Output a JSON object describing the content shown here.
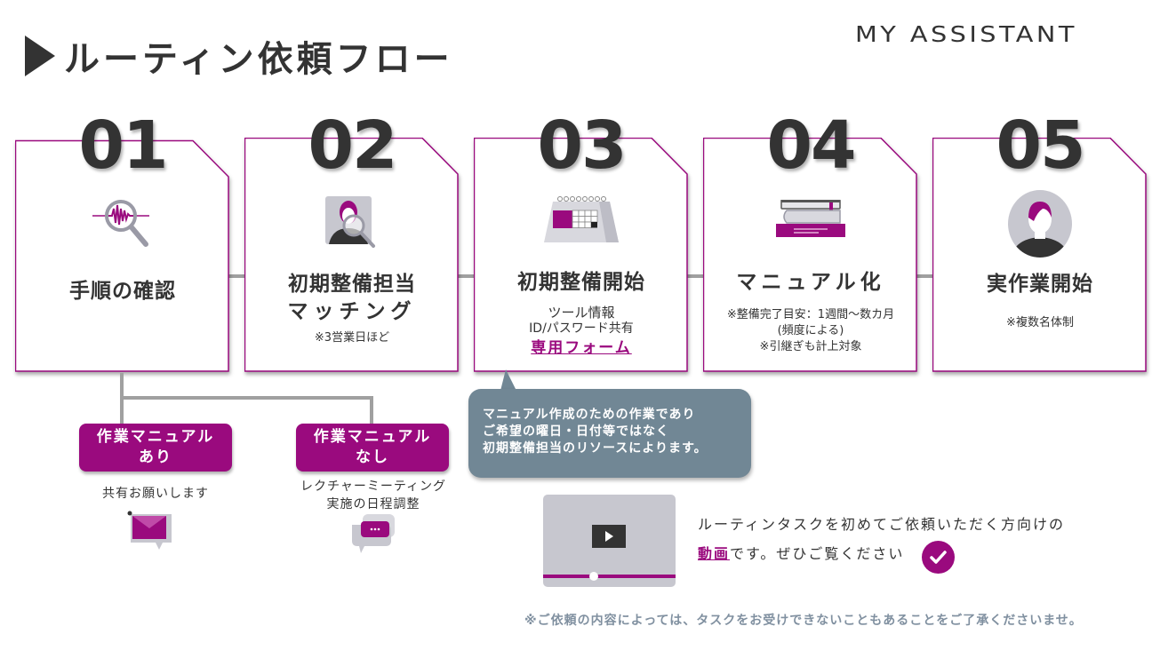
{
  "header": {
    "title": "ルーティン依頼フロー",
    "logo": "MY ASSISTANT"
  },
  "steps": [
    {
      "number": "01",
      "icon": "magnifier-waveform-icon",
      "title_lines": [
        "手順の確認"
      ],
      "notes": []
    },
    {
      "number": "02",
      "icon": "person-search-icon",
      "title_lines": [
        "初期整備担当",
        "マッチング"
      ],
      "notes": [
        "※3営業日ほど"
      ]
    },
    {
      "number": "03",
      "icon": "desk-calendar-icon",
      "title_lines": [
        "初期整備開始"
      ],
      "notes": [
        "ツール情報",
        "ID/パスワード共有"
      ],
      "link": "専用フォーム"
    },
    {
      "number": "04",
      "icon": "book-stack-icon",
      "title_lines": [
        "マニュアル化"
      ],
      "notes": [
        "※整備完了目安：1週間〜数カ月",
        "(頻度による)",
        "※引継ぎも計上対象"
      ]
    },
    {
      "number": "05",
      "icon": "person-avatar-icon",
      "title_lines": [
        "実作業開始"
      ],
      "notes": [
        "※複数名体制"
      ]
    }
  ],
  "branches": [
    {
      "label_lines": [
        "作業マニュアル",
        "あり"
      ],
      "desc_lines": [
        "共有お願いします"
      ],
      "icon": "envelope-message-icon"
    },
    {
      "label_lines": [
        "作業マニュアル",
        "なし"
      ],
      "desc_lines": [
        "レクチャーミーティング",
        "実施の日程調整"
      ],
      "icon": "chat-bubbles-icon"
    }
  ],
  "callout": {
    "lines": [
      "マニュアル作成のための作業であり",
      "ご希望の曜日・日付等ではなく",
      "初期整備担当のリソースによります。"
    ]
  },
  "video": {
    "line1": "ルーティンタスクを初めてご依頼いただく方向けの",
    "link": "動画",
    "line2_rest": "です。ぜひご覧ください"
  },
  "footnote": "※ご依頼の内容によっては、タスクをお受けできないこともあることをご了承くださいませ。",
  "colors": {
    "accent": "#9a0a7e",
    "text": "#333333",
    "connector": "#a0a0a0",
    "callout_bg": "#718795",
    "icon_gray": "#c7c7cf",
    "footnote": "#8090a0"
  }
}
